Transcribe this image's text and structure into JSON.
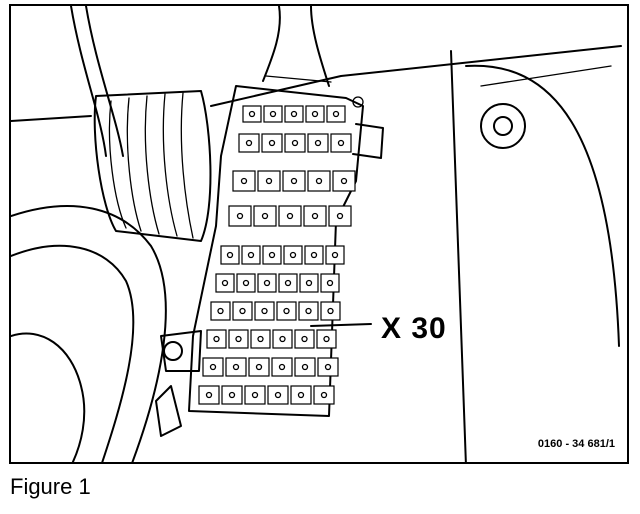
{
  "figure": {
    "callout_label": "X 30",
    "reference_code": "0160 - 34 681/1",
    "caption": "Figure 1"
  }
}
